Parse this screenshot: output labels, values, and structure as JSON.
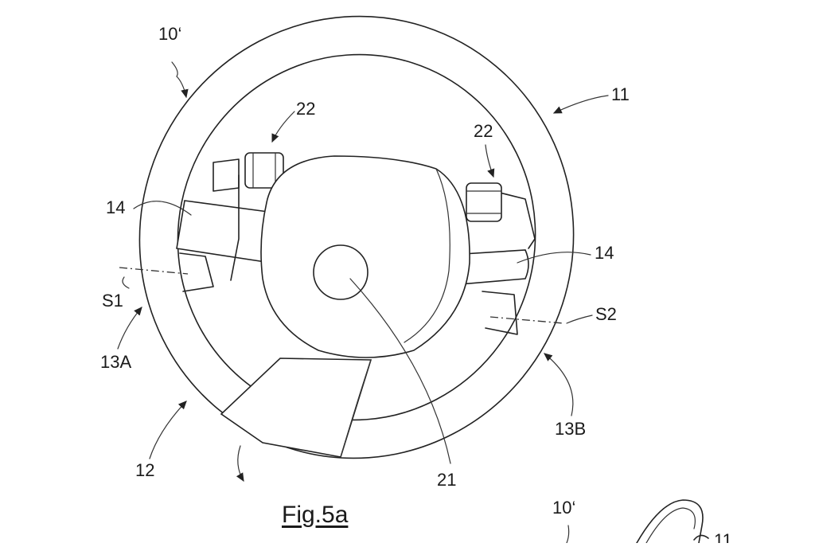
{
  "figure": {
    "caption": "Fig.5a",
    "labels": {
      "ref_10_prime_top": "10‘",
      "ref_11_top": "11",
      "ref_22_left": "22",
      "ref_22_right": "22",
      "ref_14_left": "14",
      "ref_14_right": "14",
      "ref_S1": "S1",
      "ref_S2": "S2",
      "ref_13A": "13A",
      "ref_13B": "13B",
      "ref_12": "12",
      "ref_21": "21",
      "ref_10_prime_bottom": "10‘",
      "ref_11_bottom": "11"
    }
  }
}
